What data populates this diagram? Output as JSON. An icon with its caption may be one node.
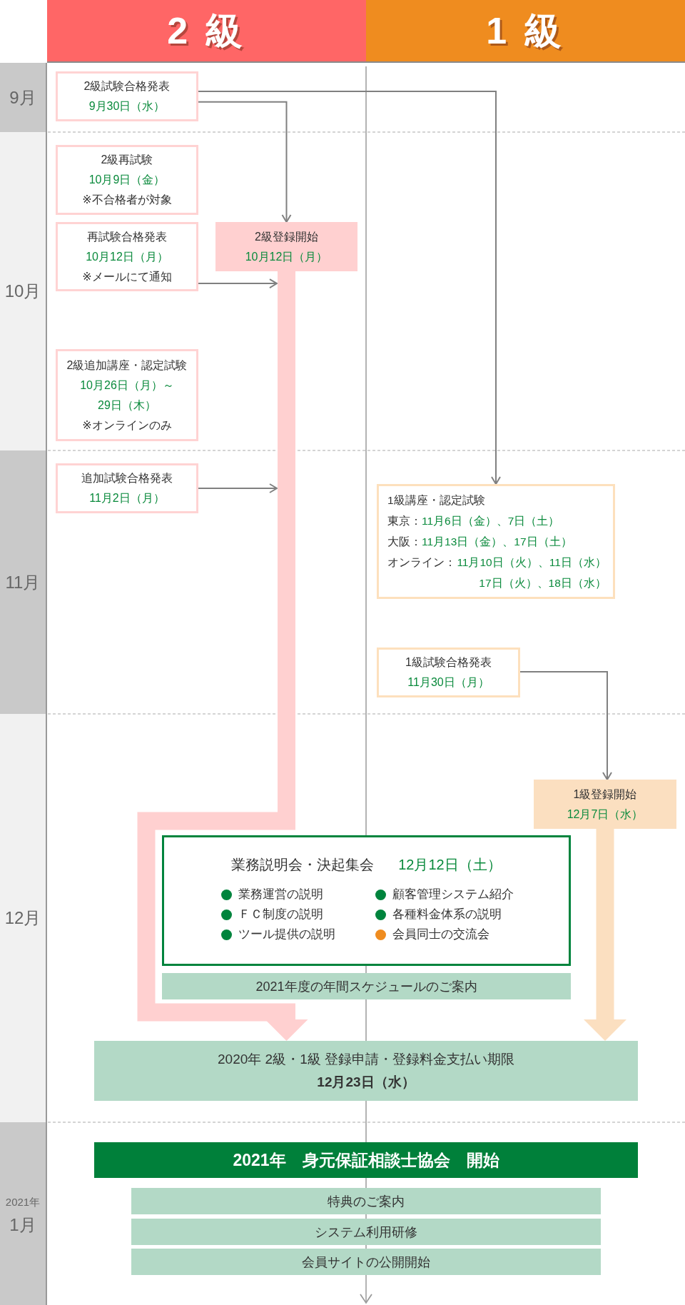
{
  "diagram": {
    "nodes": [
      {
        "text": [
          "2 級"
        ]
      },
      {
        "text": [
          "1 級"
        ]
      },
      {
        "text": [
          "9月"
        ]
      },
      {
        "text": [
          "2級試験合格発表",
          "9月30日（水）"
        ]
      },
      {
        "text": [
          "10月"
        ]
      },
      {
        "text": [
          "2級再試験",
          "10月9日（金）",
          "※不合格者が対象"
        ]
      },
      {
        "text": [
          "再試験合格発表",
          "10月12日（月）",
          "※メールにて通知"
        ]
      },
      {
        "text": [
          "2級登録開始",
          "10月12日（月）"
        ]
      },
      {
        "text": [
          "2級追加講座・認定試験",
          "10月26日（月）～29日（木）",
          "※オンラインのみ"
        ]
      },
      {
        "text": [
          "11月"
        ]
      },
      {
        "text": [
          "追加試験合格発表",
          "11月2日（月）"
        ]
      },
      {
        "text": [
          "1級講座・認定試験",
          "東京：",
          "11月6日（金）、7日（土）",
          "大阪：",
          "11月13日（金）、17日（土）",
          "オンライン：",
          "11月10日（火）、11日（水）17日（火）、18日（水）"
        ]
      },
      {
        "text": [
          "1級試験合格発表",
          "11月30日（月）"
        ]
      },
      {
        "text": [
          "12月"
        ]
      },
      {
        "text": [
          "1級登録開始",
          "12月7日（水）"
        ]
      },
      {
        "text": [
          "業務説明会・決起集会",
          "12月12日（土）",
          "業務運営の説明",
          "顧客管理システム紹介",
          "ＦＣ制度の説明",
          "各種料金体系の説明",
          "ツール提供の説明",
          "会員同士の交流会"
        ]
      },
      {
        "text": [
          "2021年度の年間スケジュールのご案内"
        ]
      },
      {
        "text": [
          "2020年 2級・1級 登録申請・登録料金支払い期限",
          "12月23日（水）"
        ]
      },
      {
        "text": [
          "2021年",
          "1月"
        ]
      },
      {
        "text": [
          "2021年　身元保証相談士協会　開始"
        ]
      },
      {
        "text": [
          "特典のご案内"
        ]
      },
      {
        "text": [
          "システム利用研修"
        ]
      },
      {
        "text": [
          "会員サイトの公開開始"
        ]
      }
    ],
    "edges": [
      {
        "from": 3,
        "to": 11,
        "arrow": "to"
      },
      {
        "from": 3,
        "to": 7,
        "arrow": "to"
      },
      {
        "from": 6,
        "to": 7,
        "arrow": "to"
      },
      {
        "from": 10,
        "to": null,
        "arrow": "to"
      },
      {
        "from": 12,
        "to": 14,
        "arrow": "to"
      },
      {
        "from": 7,
        "to": 17,
        "arrow": "to",
        "style": "thick",
        "color": "#ffd0d0"
      },
      {
        "from": 14,
        "to": 17,
        "arrow": "to",
        "style": "thick",
        "color": "#fbdfc0"
      }
    ]
  }
}
